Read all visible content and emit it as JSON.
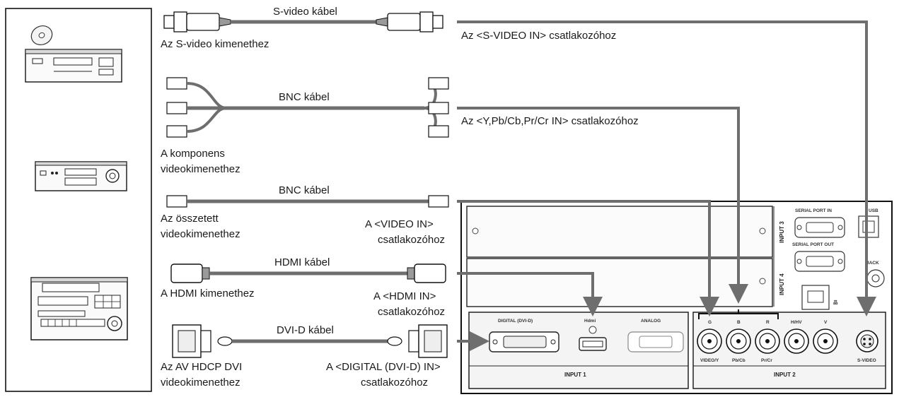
{
  "cables": {
    "svideo": "S-video kábel",
    "bnc1": "BNC kábel",
    "bnc2": "BNC kábel",
    "hdmi": "HDMI kábel",
    "dvi": "DVI-D kábel"
  },
  "sources": {
    "svideo_out": "Az S-video kimenethez",
    "component_line1": "A komponens",
    "component_line2": "videokimenethez",
    "composite_line1": "Az összetett",
    "composite_line2": "videokimenethez",
    "hdmi_out": "A  HDMI kimenethez",
    "dvi_line1": "Az AV HDCP DVI",
    "dvi_line2": "videokimenethez"
  },
  "targets": {
    "svideo_in": "Az <S-VIDEO IN> csatlakozóhoz",
    "ypbpr_in": "Az <Y,Pb/Cb,Pr/Cr IN> csatlakozóhoz",
    "video_in_line1": "A <VIDEO IN>",
    "video_in_line2": "csatlakozóhoz",
    "hdmi_in_line1": "A <HDMI IN>",
    "hdmi_in_line2": "csatlakozóhoz",
    "dvi_in_line1": "A <DIGITAL (DVI-D) IN>",
    "dvi_in_line2": "csatlakozóhoz"
  },
  "panel": {
    "input1": "INPUT 1",
    "input2": "INPUT 2",
    "input3": "INPUT 3",
    "input4": "INPUT 4",
    "digital_dvid": "DIGITAL (DVI-D)",
    "hdmi_logo": "Hdmi",
    "analog": "ANALOG",
    "serial_in": "SERIAL PORT IN",
    "serial_out": "SERIAL PORT OUT",
    "usb": "USB",
    "jack": "JACK",
    "port_g": "G",
    "port_b": "B",
    "port_r": "R",
    "port_hhv": "H/HV",
    "port_v": "V",
    "lbl_videoy": "VIDEO/Y",
    "lbl_pbcb": "Pb/Cb",
    "lbl_prcr": "Pr/Cr",
    "lbl_svideo": "S-VIDEO"
  },
  "colors": {
    "cable": "#6e6e6e",
    "outline": "#111111",
    "panel_fill": "#f2f2f2"
  }
}
